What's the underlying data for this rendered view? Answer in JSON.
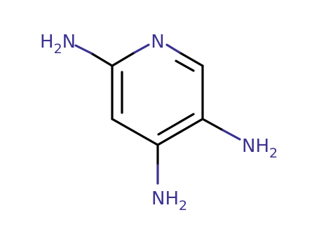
{
  "colors": {
    "background": "#ffffff",
    "carbon_bond": "#000000",
    "nitrogen": "#3a3291"
  },
  "atoms": {
    "ring_n": {
      "element": "N",
      "label": "N"
    },
    "nh2_c2": {
      "main": "H",
      "sub": "2",
      "tail": "N"
    },
    "nh2_c5": {
      "main": "NH",
      "sub": "2"
    },
    "nh2_c4": {
      "main": "NH",
      "sub": "2"
    }
  }
}
